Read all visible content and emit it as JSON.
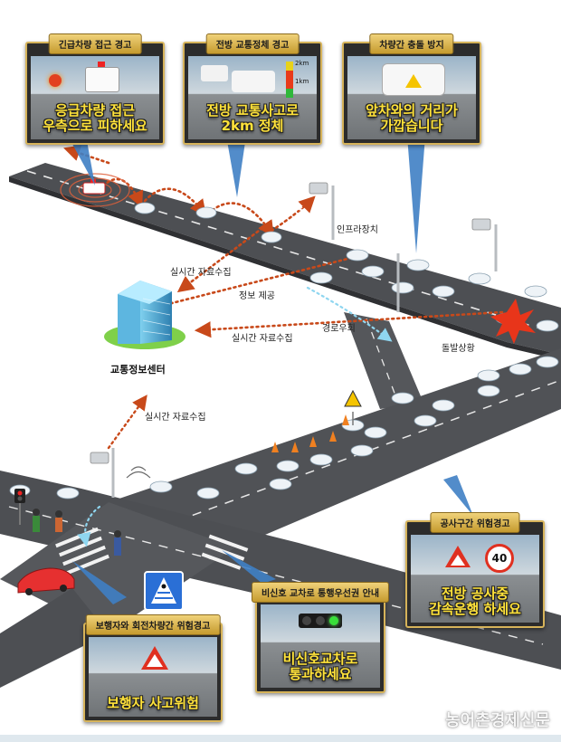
{
  "panels": {
    "emergency": {
      "tab": "긴급차량 접근 경고",
      "msg_line1": "응급차량 접근",
      "msg_line2": "우측으로 피하세요"
    },
    "congestion": {
      "tab": "전방 교통정체 경고",
      "msg_line1": "전방 교통사고로",
      "msg_line2": "2km 정체",
      "meter_top": "2km",
      "meter_mid": "1km"
    },
    "collision": {
      "tab": "차량간 충돌 방지",
      "msg_line1": "앞차와의 거리가",
      "msg_line2": "가깝습니다"
    },
    "construction": {
      "tab": "공사구간 위험경고",
      "msg_line1": "전방 공사중",
      "msg_line2": "감속운행 하세요",
      "speed_sign": "40"
    },
    "signal": {
      "tab": "비신호 교차로 통행우선권 안내",
      "msg_line1": "비신호교차로",
      "msg_line2": "통과하세요"
    },
    "pedestrian": {
      "tab": "보행자와 회전차량간 위험경고",
      "msg_line1": "보행자 사고위험"
    }
  },
  "labels": {
    "infra": "인프라장치",
    "collect1": "실시간 자료수집",
    "info": "정보 제공",
    "collect2": "실시간 자료수집",
    "detour": "경로우회",
    "incident": "돌발상황",
    "center": "교통정보센터",
    "collect3": "실시간 자료수집"
  },
  "watermark": "농어촌경제신문",
  "colors": {
    "panel_gold": "#d6b35a",
    "message_yellow": "#ffe23a",
    "road": "#4d4f53",
    "v2x_arrow": "#c8491a",
    "building": "#3fa0c8",
    "callout": "#3f7fc4"
  },
  "icons": [
    "ambulance-icon",
    "warning-triangle-icon",
    "construction-icon",
    "traffic-light-icon",
    "crosswalk-sign-icon",
    "speed-limit-icon",
    "building-icon",
    "traffic-cone-icon"
  ]
}
